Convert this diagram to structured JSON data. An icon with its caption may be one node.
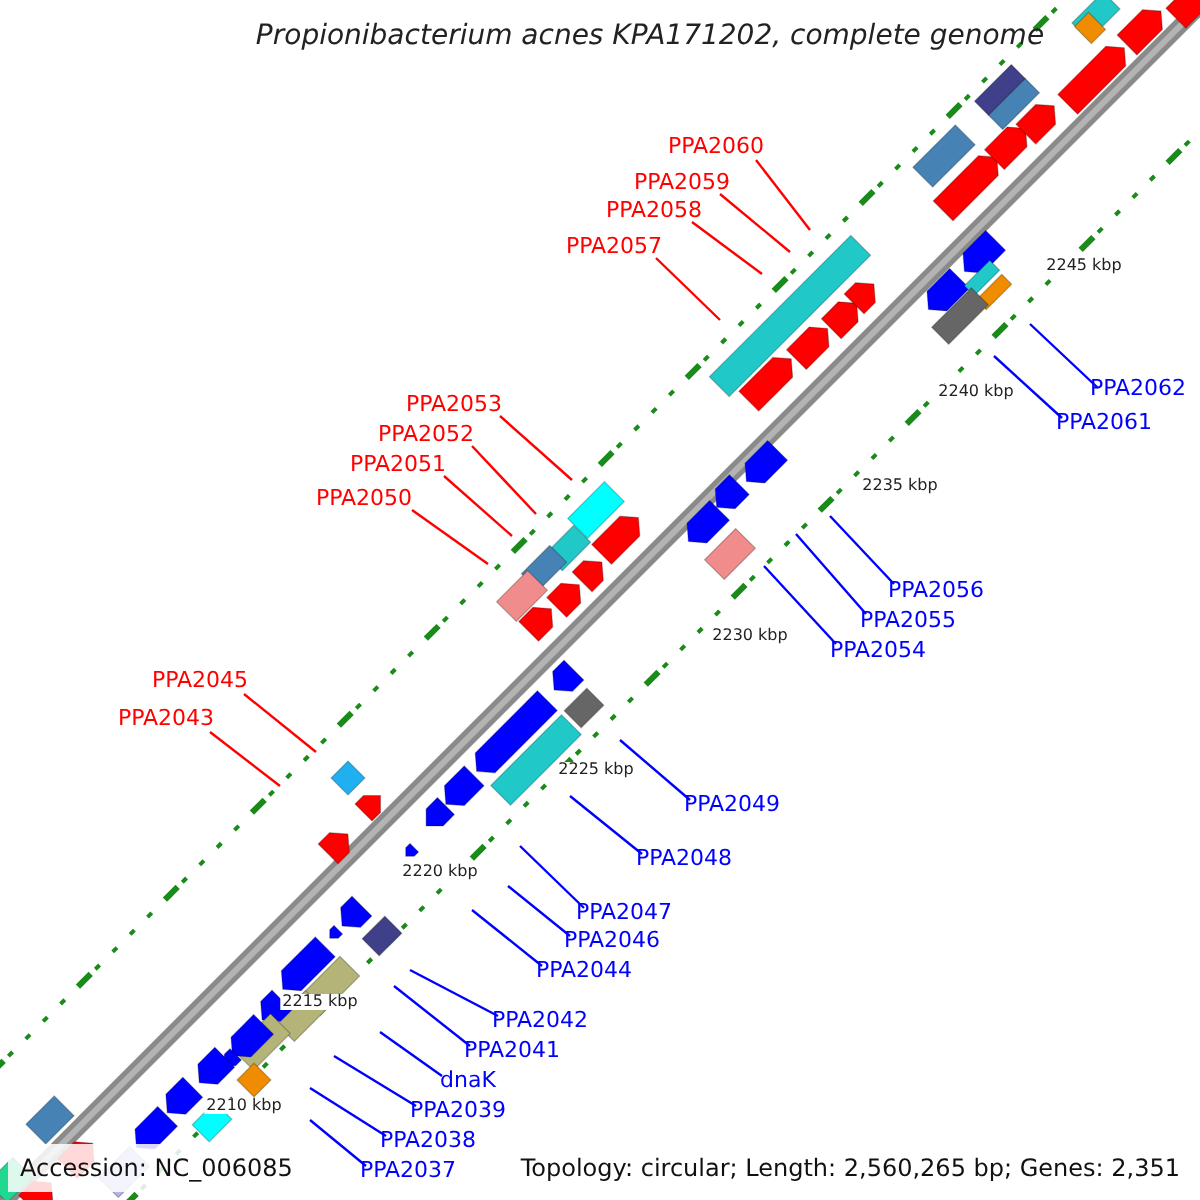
{
  "diagram": {
    "title": "Propionibacterium acnes KPA171202, complete genome",
    "nodes": [
      {
        "text": [
          "PPA2060"
        ]
      },
      {
        "text": [
          "PPA2059"
        ]
      },
      {
        "text": [
          "PPA2058"
        ]
      },
      {
        "text": [
          "PPA2057"
        ]
      },
      {
        "text": [
          "PPA2062"
        ]
      },
      {
        "text": [
          "PPA2061"
        ]
      },
      {
        "text": [
          "PPA2053"
        ]
      },
      {
        "text": [
          "PPA2052"
        ]
      },
      {
        "text": [
          "PPA2051"
        ]
      },
      {
        "text": [
          "PPA2050"
        ]
      },
      {
        "text": [
          "PPA2056"
        ]
      },
      {
        "text": [
          "PPA2055"
        ]
      },
      {
        "text": [
          "PPA2054"
        ]
      },
      {
        "text": [
          "PPA2045"
        ]
      },
      {
        "text": [
          "PPA2043"
        ]
      },
      {
        "text": [
          "PPA2049"
        ]
      },
      {
        "text": [
          "PPA2048"
        ]
      },
      {
        "text": [
          "PPA2047"
        ]
      },
      {
        "text": [
          "PPA2046"
        ]
      },
      {
        "text": [
          "PPA2044"
        ]
      },
      {
        "text": [
          "PPA2042"
        ]
      },
      {
        "text": [
          "PPA2041"
        ]
      },
      {
        "text": [
          "dnaK"
        ]
      },
      {
        "text": [
          "PPA2039"
        ]
      },
      {
        "text": [
          "PPA2038"
        ]
      },
      {
        "text": [
          "PPA2037"
        ]
      }
    ],
    "edges": [
      {
        "from": 0,
        "to": null,
        "arrow": "none",
        "color": "#ff0000"
      },
      {
        "from": 1,
        "to": null,
        "arrow": "none",
        "color": "#ff0000"
      },
      {
        "from": 2,
        "to": null,
        "arrow": "none",
        "color": "#ff0000"
      },
      {
        "from": 3,
        "to": null,
        "arrow": "none",
        "color": "#ff0000"
      },
      {
        "from": 4,
        "to": null,
        "arrow": "none"
      },
      {
        "from": 5,
        "to": null,
        "arrow": "none"
      },
      {
        "from": 6,
        "to": null,
        "arrow": "none",
        "color": "#ff0000"
      },
      {
        "from": 7,
        "to": null,
        "arrow": "none",
        "color": "#ff0000"
      },
      {
        "from": 8,
        "to": null,
        "arrow": "none",
        "color": "#ff0000"
      },
      {
        "from": 9,
        "to": null,
        "arrow": "none",
        "color": "#ff0000"
      },
      {
        "from": 10,
        "to": null,
        "arrow": "none"
      },
      {
        "from": 11,
        "to": null,
        "arrow": "none"
      },
      {
        "from": 12,
        "to": null,
        "arrow": "none"
      },
      {
        "from": 13,
        "to": null,
        "arrow": "none",
        "color": "#ff0000"
      },
      {
        "from": 14,
        "to": null,
        "arrow": "none",
        "color": "#ff0000"
      },
      {
        "from": 15,
        "to": null,
        "arrow": "none"
      },
      {
        "from": 16,
        "to": null,
        "arrow": "none"
      },
      {
        "from": 17,
        "to": null,
        "arrow": "none"
      },
      {
        "from": 18,
        "to": null,
        "arrow": "none"
      },
      {
        "from": 19,
        "to": null,
        "arrow": "none"
      },
      {
        "from": 20,
        "to": null,
        "arrow": "none"
      },
      {
        "from": 21,
        "to": null,
        "arrow": "none"
      },
      {
        "from": 22,
        "to": null,
        "arrow": "none"
      },
      {
        "from": 23,
        "to": null,
        "arrow": "none"
      },
      {
        "from": 24,
        "to": null,
        "arrow": "none"
      },
      {
        "from": 25,
        "to": null,
        "arrow": "none"
      }
    ],
    "labels": [
      "2245 kbp",
      "2240 kbp",
      "2235 kbp",
      "2230 kbp",
      "2225 kbp",
      "2220 kbp",
      "2215 kbp",
      "2210 kbp",
      "Accession: NC_006085",
      "Topology: circular; Length: 2,560,265 bp; Genes: 2,351"
    ]
  }
}
